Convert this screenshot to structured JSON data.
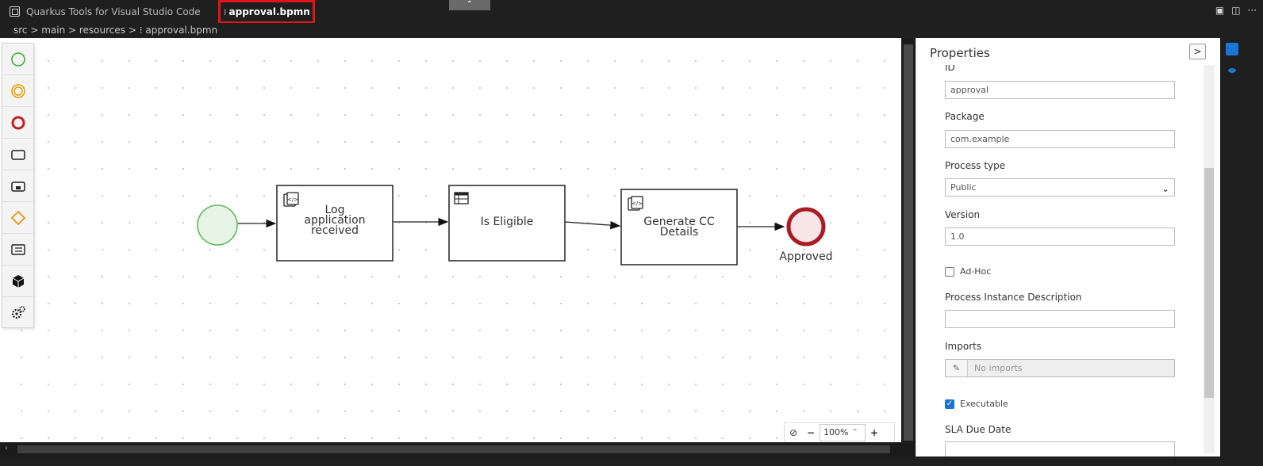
{
  "tabs": [
    {
      "label": "Quarkus Tools for Visual Studio Code"
    },
    {
      "label": "approval.bpmn"
    }
  ],
  "breadcrumb": {
    "path": "src > main > resources > ",
    "file": "approval.bpmn"
  },
  "diagram": {
    "nodes": [
      {
        "type": "start-event"
      },
      {
        "type": "script-task",
        "label_lines": [
          "Log",
          "application",
          "received"
        ]
      },
      {
        "type": "business-rule-task",
        "label_lines": [
          "Is Eligible"
        ]
      },
      {
        "type": "script-task",
        "label_lines": [
          "Generate CC",
          "Details"
        ]
      },
      {
        "type": "end-event",
        "label": "Approved"
      }
    ]
  },
  "zoom": {
    "level": "100%",
    "minus": "−",
    "plus": "+"
  },
  "properties": {
    "title": "Properties",
    "collapse_btn": ">",
    "id_label": "ID",
    "id_value": "approval",
    "package_label": "Package",
    "package_value": "com.example",
    "process_type_label": "Process type",
    "process_type_value": "Public",
    "version_label": "Version",
    "version_value": "1.0",
    "adhoc_label": "Ad-Hoc",
    "adhoc_checked": false,
    "instance_desc_label": "Process Instance Description",
    "instance_desc_value": "",
    "imports_label": "Imports",
    "imports_placeholder": "No imports",
    "executable_label": "Executable",
    "executable_checked": true,
    "sla_label": "SLA Due Date",
    "sla_value": ""
  },
  "colors": {
    "start_stroke": "#5fb85f",
    "start_fill": "#e6f5e6",
    "end_stroke": "#a81d24",
    "end_fill": "#f8e5e7",
    "highlight": "#e0141b",
    "accent": "#1a73d9"
  }
}
